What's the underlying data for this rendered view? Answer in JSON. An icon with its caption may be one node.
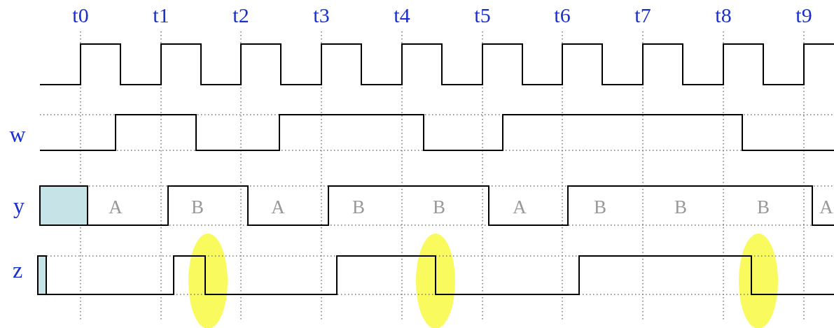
{
  "diagram": {
    "labels": [
      "t0",
      "t1",
      "t2",
      "t3",
      "t4",
      "t5",
      "t6",
      "t7",
      "t8",
      "t9",
      "w",
      "y",
      "A",
      "B",
      "A",
      "B",
      "B",
      "A",
      "B",
      "B",
      "B",
      "A",
      "z"
    ]
  }
}
